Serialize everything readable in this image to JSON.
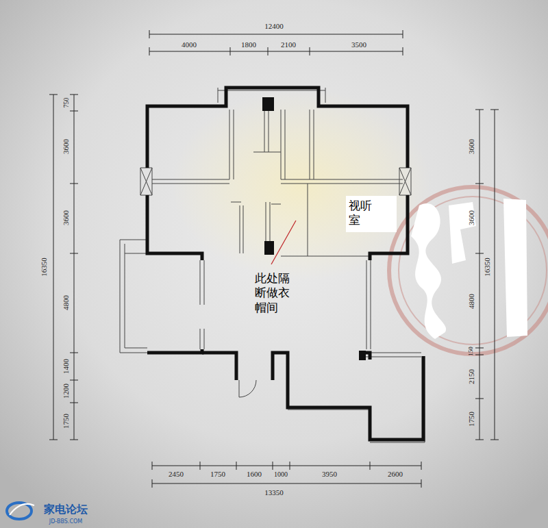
{
  "diagram": {
    "nodes": [
      {
        "text": [
          "视听室"
        ]
      }
    ],
    "labels": [
      "12400",
      "4000",
      "1800",
      "2100",
      "3500",
      "750",
      "3600",
      "3600",
      "4800",
      "1400",
      "1200",
      "1750",
      "16350",
      "3600",
      "3600",
      "4800",
      "150",
      "2150",
      "1750",
      "16350",
      "2450",
      "1750",
      "1600",
      "1000",
      "3950",
      "2600",
      "13350",
      "此处隔断做衣帽间",
      "家电论坛",
      "JD-BBS.COM"
    ]
  }
}
